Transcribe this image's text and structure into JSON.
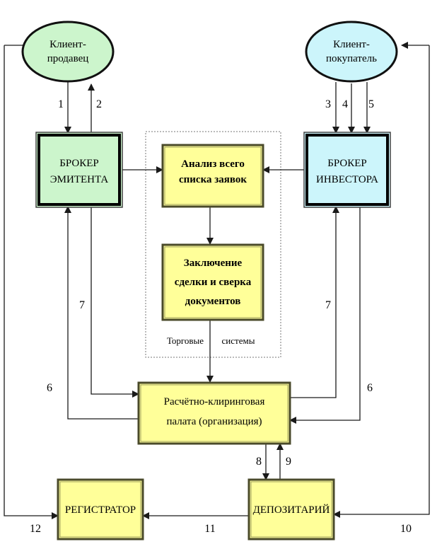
{
  "diagram": {
    "colors": {
      "seller_fill": "#ccf5cc",
      "buyer_fill": "#ccf5fb",
      "broker_emitent_fill": "#ccf5cc",
      "broker_investor_fill": "#ccf5fb",
      "box_fill": "#ffff99",
      "box_border": "#4a4a2a",
      "line": "#1a1a1a"
    },
    "nodes": {
      "client_seller": {
        "line1": "Клиент-",
        "line2": "продавец"
      },
      "client_buyer": {
        "line1": "Клиент-",
        "line2": "покупатель"
      },
      "broker_emitent": {
        "line1": "БРОКЕР",
        "line2": "ЭМИТЕНТА"
      },
      "broker_investor": {
        "line1": "БРОКЕР",
        "line2": "ИНВЕСТОРА"
      },
      "analysis": {
        "line1": "Анализ всего",
        "line2": "списка заявок"
      },
      "conclusion": {
        "line1": "Заключение",
        "line2": "сделки и сверка",
        "line3": "документов"
      },
      "clearing": {
        "line1": "Расчётно-клиринговая",
        "line2": "палата (организация)"
      },
      "registrar": {
        "label": "РЕГИСТРАТОР"
      },
      "depositary": {
        "label": "ДЕПОЗИТАРИЙ"
      }
    },
    "frame_label": {
      "part1": "Торговые",
      "part2": "системы"
    },
    "edge_labels": {
      "e1": "1",
      "e2": "2",
      "e3": "3",
      "e4": "4",
      "e5": "5",
      "e6_left": "6",
      "e6_right": "6",
      "e7_left": "7",
      "e7_right": "7",
      "e8": "8",
      "e9": "9",
      "e10": "10",
      "e11": "11",
      "e12": "12"
    }
  }
}
